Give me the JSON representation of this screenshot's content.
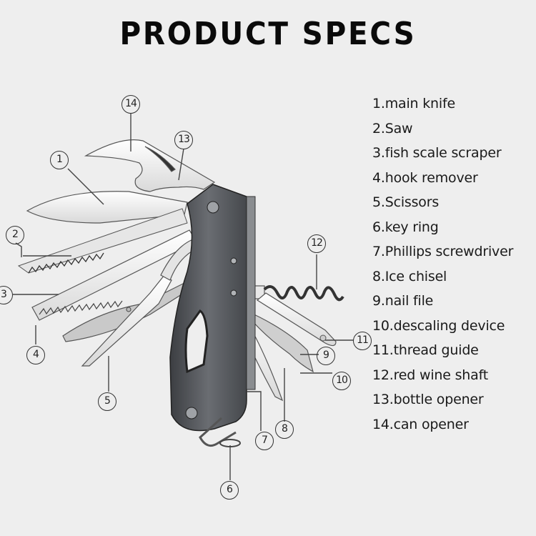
{
  "header": {
    "title": "PRODUCT SPECS"
  },
  "legend": {
    "items": [
      {
        "number": "1",
        "label": "1.main knife"
      },
      {
        "number": "2",
        "label": "2.Saw"
      },
      {
        "number": "3",
        "label": "3.fish scale scraper"
      },
      {
        "number": "4",
        "label": "4.hook remover"
      },
      {
        "number": "5",
        "label": "5.Scissors"
      },
      {
        "number": "6",
        "label": "6.key ring"
      },
      {
        "number": "7",
        "label": "7.Phillips screwdriver"
      },
      {
        "number": "8",
        "label": "8.Ice chisel"
      },
      {
        "number": "9",
        "label": "9.nail file"
      },
      {
        "number": "10",
        "label": "10.descaling device"
      },
      {
        "number": "11",
        "label": "11.thread guide"
      },
      {
        "number": "12",
        "label": "12.red wine shaft"
      },
      {
        "number": "13",
        "label": "13.bottle opener"
      },
      {
        "number": "14",
        "label": "14.can opener"
      }
    ]
  },
  "callouts": {
    "c1": "1",
    "c2": "2",
    "c3": "3",
    "c4": "4",
    "c5": "5",
    "c6": "6",
    "c7": "7",
    "c8": "8",
    "c9": "9",
    "c10": "10",
    "c11": "11",
    "c12": "12",
    "c13": "13",
    "c14": "14"
  },
  "colors": {
    "background": "#eeeeee",
    "handle": "#55585c",
    "blade": "#f4f4f4",
    "outline": "#333333"
  }
}
